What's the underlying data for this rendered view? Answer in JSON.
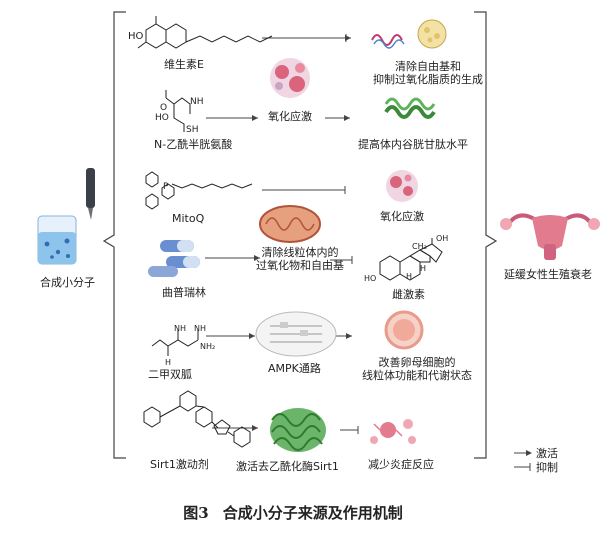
{
  "left": {
    "label": "合成小分子"
  },
  "right": {
    "label": "延缓女性生殖衰老"
  },
  "rows": [
    {
      "compound": "维生素E",
      "middle": "",
      "outcome": "清除自由基和\n抑制过氧化脂质的生成"
    },
    {
      "compound": "N-乙酰半胱氨酸",
      "middle": "氧化应激",
      "outcome": "提高体内谷胱甘肽水平"
    },
    {
      "compound": "MitoQ",
      "middle": "",
      "outcome": "氧化应激"
    },
    {
      "compound": "曲普瑞林",
      "middle": "清除线粒体内的\n过氧化物和自由基",
      "outcome": "雌激素"
    },
    {
      "compound": "二甲双胍",
      "middle": "AMPK通路",
      "outcome": "改善卵母细胞的\n线粒体功能和代谢状态"
    },
    {
      "compound": "Sirt1激动剂",
      "middle": "激活去乙酰化酶Sirt1",
      "outcome": "减少炎症反应"
    }
  ],
  "structure_labels": {
    "vitamin_e": "HO",
    "nac_1": "NH",
    "nac_2": "HO",
    "nac_3": "O",
    "nac_4": "SH",
    "mitoq": "P",
    "metformin_1": "NH",
    "metformin_2": "NH",
    "metformin_3": "NH₂",
    "metformin_4": "H",
    "estrogen_1": "OH",
    "estrogen_2": "CH₃",
    "estrogen_3": "H",
    "estrogen_4": "H",
    "estrogen_5": "HO"
  },
  "legend": {
    "activate": "激活",
    "inhibit": "抑制"
  },
  "caption": {
    "number": "图3",
    "title": "合成小分子来源及作用机制"
  },
  "colors": {
    "line": "#444444",
    "pink": "#d9647c",
    "green": "#3a8a3a",
    "mito": "#b0533a",
    "blue": "#4a86c8",
    "yellow": "#e6c470"
  }
}
